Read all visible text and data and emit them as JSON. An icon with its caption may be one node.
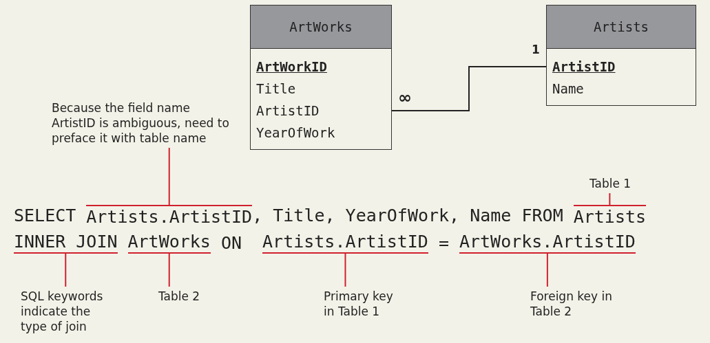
{
  "diagram": {
    "nodes": [
      {
        "text": [
          "ArtWorks",
          "ArtWorkID",
          "Title",
          "ArtistID",
          "YearOfWork"
        ],
        "beside": [
          "∞"
        ]
      },
      {
        "text": [
          "Artists",
          "ArtistID",
          "Name"
        ],
        "beside": [
          "1"
        ]
      },
      {
        "text": [
          "Because the field name ArtistID is ambiguous, need to preface it with table name"
        ]
      },
      {
        "text": [
          "Table 1"
        ]
      },
      {
        "text": [
          "Artists.ArtistID"
        ]
      },
      {
        "text": [
          "Artists"
        ]
      },
      {
        "text": [
          "INNER JOIN"
        ]
      },
      {
        "text": [
          "ArtWorks"
        ]
      },
      {
        "text": [
          "Artists.ArtistID"
        ]
      },
      {
        "text": [
          "ArtWorks.ArtistID"
        ]
      },
      {
        "text": [
          "SQL keywords indicate the type of join"
        ]
      },
      {
        "text": [
          "Table 2"
        ]
      },
      {
        "text": [
          "Primary key in Table 1"
        ]
      },
      {
        "text": [
          "Foreign key in Table 2"
        ]
      }
    ],
    "edges": [
      {
        "from": 0,
        "to": 1,
        "arrow": "none",
        "color": "#222222"
      },
      {
        "from": 2,
        "to": 4,
        "arrow": "none",
        "color": "#d0202e"
      },
      {
        "from": 3,
        "to": 5,
        "arrow": "none",
        "color": "#d0202e"
      },
      {
        "from": 10,
        "to": 6,
        "arrow": "none",
        "color": "#d0202e"
      },
      {
        "from": 11,
        "to": 7,
        "arrow": "none",
        "color": "#d0202e"
      },
      {
        "from": 12,
        "to": 8,
        "arrow": "none",
        "color": "#d0202e"
      },
      {
        "from": 13,
        "to": 9,
        "arrow": "none",
        "color": "#d0202e"
      }
    ],
    "labels": [
      "SELECT",
      ", Title, YearOfWork, Name FROM",
      "ON",
      "="
    ]
  }
}
